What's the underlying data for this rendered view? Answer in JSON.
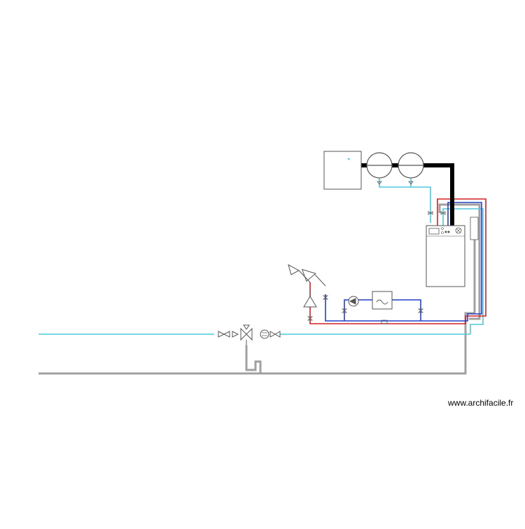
{
  "watermark": {
    "text": "www.archifacile.fr"
  },
  "colors": {
    "cold_water": "#4fc8dc",
    "hot_water": "#d42020",
    "heating_flow": "#2040c8",
    "drain": "#a0a0a0",
    "flue": "#000000",
    "equipment_outline": "#555555"
  },
  "icons": [
    "cold-water-pipe",
    "hot-water-pipe",
    "heating-pipe",
    "drain-pipe",
    "flue-duct",
    "boiler-icon",
    "tank-icon",
    "expansion-vessel-icon",
    "valve-icon",
    "pump-icon",
    "meter-icon",
    "radiator-icon",
    "siphon-icon",
    "terminal-icon"
  ]
}
